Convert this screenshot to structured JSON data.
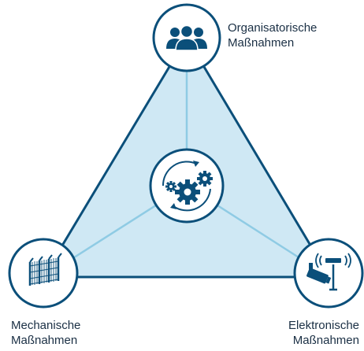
{
  "colors": {
    "primary": "#0b4f7a",
    "triangle_fill": "#cfe8f4",
    "spoke": "#8fcbe4",
    "background": "#ffffff"
  },
  "nodes": {
    "top": {
      "icon": "people-group-icon",
      "line1": "Organisatorische",
      "line2": "Maßnahmen"
    },
    "left": {
      "icon": "fence-icon",
      "line1": "Mechanische",
      "line2": "Maßnahmen"
    },
    "right": {
      "icon": "camera-antenna-icon",
      "line1": "Elektronische",
      "line2": "Maßnahmen"
    },
    "center": {
      "icon": "cycling-gears-icon"
    }
  }
}
